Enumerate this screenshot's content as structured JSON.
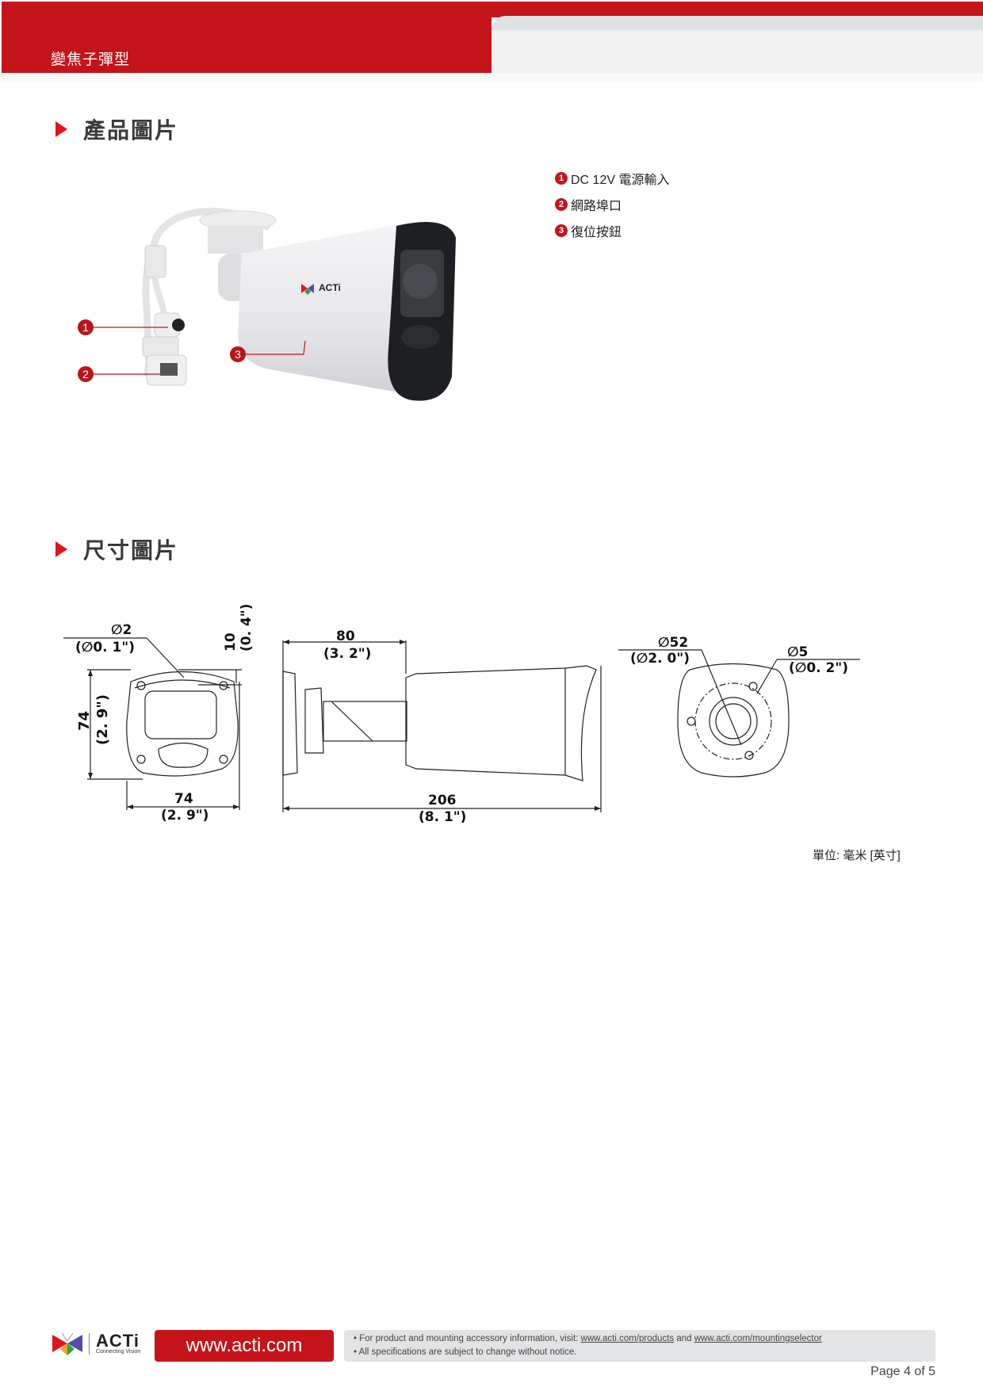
{
  "header": {
    "title": "變焦子彈型",
    "accent_color": "#c4141a"
  },
  "sections": {
    "product_image": {
      "title": "產品圖片"
    },
    "dimensions": {
      "title": "尺寸圖片"
    }
  },
  "legend": [
    {
      "num": "1",
      "label": "DC 12V 電源輸入"
    },
    {
      "num": "2",
      "label": "網路埠口"
    },
    {
      "num": "3",
      "label": "復位按鈕"
    }
  ],
  "photo": {
    "brand": "ACTi",
    "brand_tagline": "Connecting Vision",
    "callouts": [
      "1",
      "2",
      "3"
    ]
  },
  "dimensions": {
    "front": {
      "hole_mm": "∅2",
      "hole_in": "(∅0. 1\")",
      "offset_mm": "10",
      "offset_in": "(0. 4\")",
      "height_mm": "74",
      "height_in": "(2. 9\")",
      "width_mm": "74",
      "width_in": "(2. 9\")"
    },
    "side": {
      "mount_mm": "80",
      "mount_in": "(3. 2\")",
      "length_mm": "206",
      "length_in": "(8. 1\")"
    },
    "rear": {
      "base_mm": "∅52",
      "base_in": "(∅2. 0\")",
      "screw_mm": "∅5",
      "screw_in": "(∅0. 2\")"
    },
    "unit_note": "單位: 毫米 [英寸]"
  },
  "footer": {
    "logo_brand": "ACTi",
    "logo_tagline": "Connecting Vision",
    "url": "www.acti.com",
    "note1_prefix": "• For product and mounting accessory information, visit: ",
    "link1": "www.acti.com/products",
    "note1_mid": " and ",
    "link2": "www.acti.com/mountingselector",
    "note2": "• All specifications are subject to change without notice.",
    "page": "Page 4 of 5"
  }
}
